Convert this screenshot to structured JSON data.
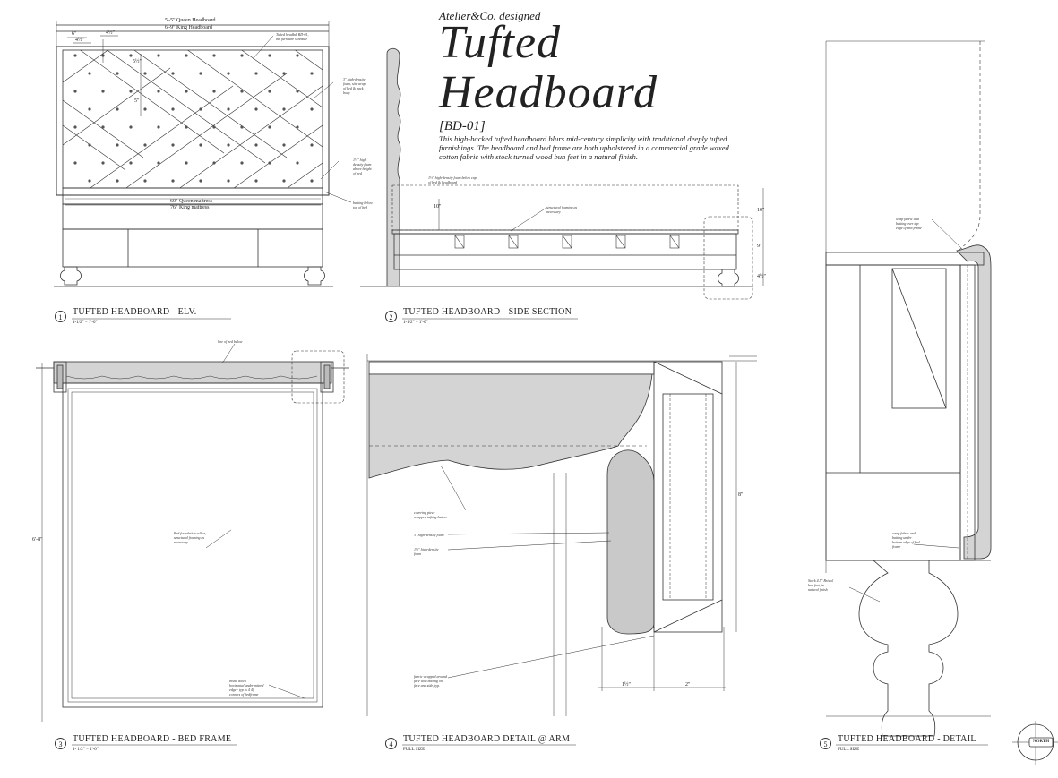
{
  "title_block": {
    "brand": "Atelier&Co. designed",
    "title_line1": "Tufted",
    "title_line2": "Headboard",
    "code": "[BD-01]",
    "description": "This high-backed tufted headboard blurs mid-century simplicity with traditional deeply tufted furnishings. The headboard and bed frame are both upholstered in a commercial grade waxed cotton fabric with stock turned wood bun feet in a natural finish."
  },
  "views": [
    {
      "number": "1",
      "title": "TUFTED HEADBOARD -  ELV.",
      "scale": "1-1/2\" = 1'-0\""
    },
    {
      "number": "2",
      "title": "TUFTED HEADBOARD -  SIDE SECTION",
      "scale": "1-1/2\" = 1'-0\""
    },
    {
      "number": "3",
      "title": "TUFTED HEADBOARD - BED FRAME",
      "scale": "1- 1/2\" = 1'-0\""
    },
    {
      "number": "4",
      "title": "TUFTED HEADBOARD DETAIL @ ARM",
      "scale": "FULL SIZE"
    },
    {
      "number": "5",
      "title": "TUFTED HEADBOARD - DETAIL",
      "scale": "FULL SIZE"
    }
  ],
  "dimensions": {
    "queen_headboard": "5'-5\" Queen Headboard",
    "king_headboard": "6'-9\" King Headboard",
    "queen_mattress": "60\" Queen mattress",
    "king_mattress": "76\" King mattress",
    "d6": "6\"",
    "d4a": "4½\"",
    "d4b": "4½\"",
    "d5a": "5½\"",
    "d5b": "5\"",
    "d10": "10\"",
    "d10b": "10\"",
    "d9": "9\"",
    "d4c": "4½\"",
    "d68": "6'-8\"",
    "d8": "8\"",
    "d1": "1½\"",
    "d2": "2\""
  },
  "notes": {
    "tufted_schedule": "Tufted headbd. BD-01,\nbtn furniture schedule",
    "density_foam": "3\" high-density\nfoam, site wrap\nof bed & back\nbody",
    "foam_above": "1½\" high\ndensity foam\nabove height\nof bed",
    "batting": "batting below\ntop of bed",
    "high_density_below": "1½\" high-density foam below cap\nof bed & headboard",
    "structural_framing": "structural framing as\nnecessary",
    "wrap_fabric_top": "wrap fabric and\nbatting over top\nedge of bed frame",
    "line_of_bed": "line of bed below",
    "bed_foundation": "Bed foundation w/box,\nstructural framing as\nnecessary",
    "brush_down": "brush down\nhorizontal under-mitred\nedge - typ (x 4 4)\ncorners of bedframe",
    "covering_piece": "covering piece\nwrapped tufting button",
    "hd_foam_3": "3\" high-density foam",
    "hd_foam_1": "1½\" high-density\nfoam",
    "fabric_wrapped": "fabric wrapped around\nface with batting on\nface and side, typ.",
    "wrap_fabric_under": "wrap fabric and\nbatting under\nbottom edge of bed\nframe",
    "bun_feet": "Stock 4.5\" Bristol\nbun feet, in\nnatural finish",
    "north": "NORTH"
  }
}
